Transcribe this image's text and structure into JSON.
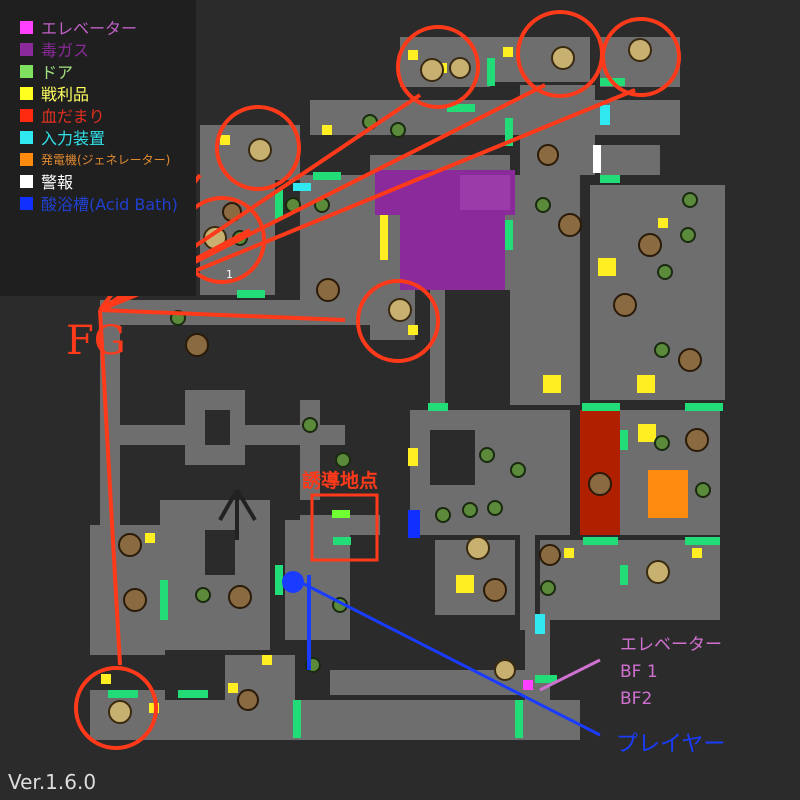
{
  "legend": {
    "items": [
      {
        "label": "エレベーター",
        "color": "#ff40ff",
        "text_color": "#c060c8"
      },
      {
        "label": "毒ガス",
        "color": "#8b2a9a",
        "text_color": "#8b2a9a"
      },
      {
        "label": "ドア",
        "color": "#80e060",
        "text_color": "#a0e080"
      },
      {
        "label": "戦利品",
        "color": "#ffff20",
        "text_color": "#ffff60"
      },
      {
        "label": "血だまり",
        "color": "#ff2a10",
        "text_color": "#e03020"
      },
      {
        "label": "入力装置",
        "color": "#30e8f0",
        "text_color": "#30e0e8"
      },
      {
        "label": "発電機(ジェネレーター)",
        "color": "#ff8a10",
        "text_color": "#e08a30"
      },
      {
        "label": "警報",
        "color": "#ffffff",
        "text_color": "#ffffff"
      },
      {
        "label": "酸浴槽(Acid Bath)",
        "color": "#1030ff",
        "text_color": "#2040d0"
      }
    ]
  },
  "annotations": {
    "fg_label": "FG",
    "lure_point": "誘導地点",
    "elevator_label": "エレベーター",
    "floors": [
      "BF 1",
      "BF2"
    ],
    "player_label": "プレイヤー",
    "room_number": "1"
  },
  "version": "Ver.1.6.0",
  "colors": {
    "floor": "#6e6e6e",
    "background": "#2b2b2b",
    "arrow": "#ff3a1a",
    "player": "#1a3cff"
  }
}
